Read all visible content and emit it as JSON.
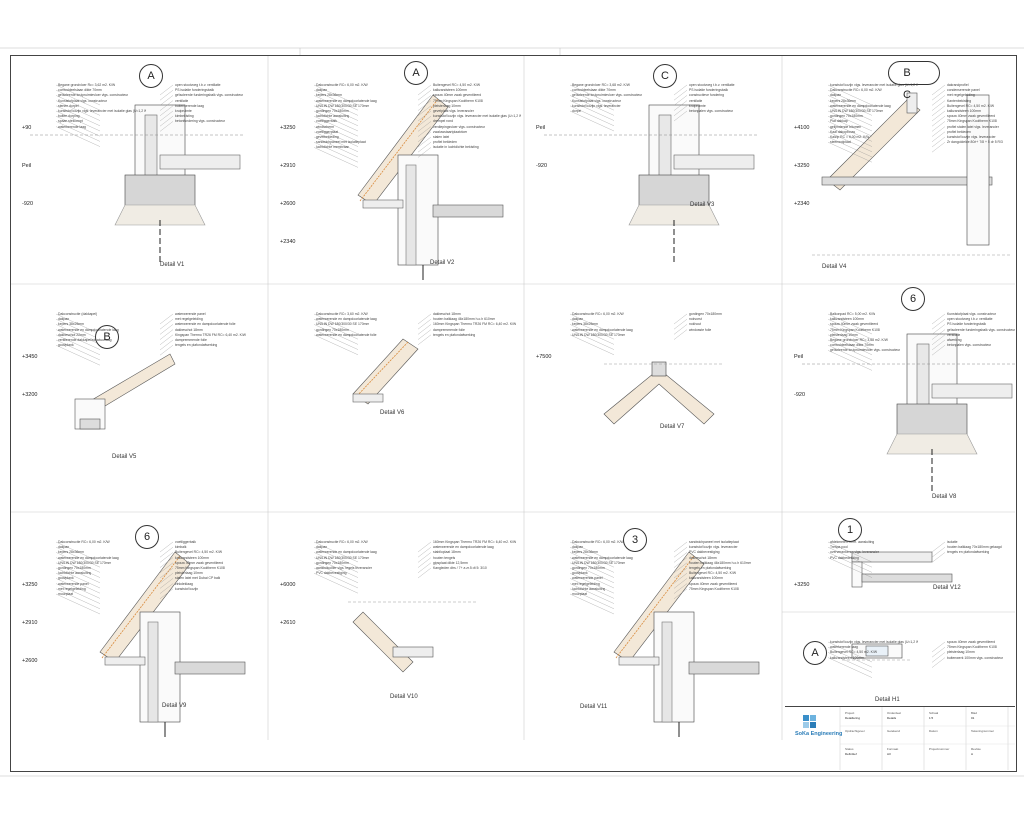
{
  "details": [
    {
      "id": "v1",
      "title": "Detail V1",
      "marker": "A",
      "levels": [
        "+90",
        "Peil",
        "-920"
      ],
      "notes": [
        "Begane grondvloer Rc= 3,62 m2. K/W",
        "comvoldeelslaan dikte 70mm",
        "geïsoleerde kruipruimtevloer vlgs. constructeur",
        "Kunststofplaat vlgs. constructeur",
        "stenen dorpel",
        "kunststof kozijn vlgs. leverancier met isolatie glas (U=1,2 W/m2K)",
        "buiten dorping",
        "spaan stelcompt",
        "waterkerende laag",
        "open stootvoeg t.b.v. ventilatie",
        "PS isolatie funderingsbalk",
        "geïsoleerde funderingsbalk vlgs. constructeur",
        "ventilatie",
        "buitenkerende laag",
        "kruipruimte",
        "kimbekisting",
        "betonfundering vlgs. constructeur"
      ]
    },
    {
      "id": "v2",
      "title": "Detail V2",
      "marker": "A",
      "levels": [
        "+3250",
        "+2910",
        "+2600",
        "+2340"
      ],
      "notes": [
        "Dakconstructie RC= 6,00 m2. K/W",
        "dakpan",
        "kepers 28x36mm",
        "waterwerende en dampdoorlatende laag",
        "UNILIN DW 180/300/30 SE 170mm",
        "gordingen 70x180mm",
        "luchtdichte aansluiting",
        "voetliggerbalk",
        "windscherm",
        "voetliggerplaat",
        "gevelbekleding",
        "sandwichpaneel met isolatieplaat",
        "luchtdichte membraan",
        "Buitengevel RC= 4,50 m2. K/W",
        "kalkzandsteen 100mm",
        "spouw 40mm zwak geventileerd",
        "75mm Kingspan Kooltherm K108",
        "pleisterlaag 10mm",
        "gevelplaat vlgs. leverancier",
        "kunststof kozijn vlgs. leverancier met isolatie glas (U=1,2 W/m2K)",
        "drempel rond",
        "verdiepingsvloer vlgs. constructeur",
        "zwaluwstaartplaatvloer",
        "stalen latei",
        "profiel bekleden",
        "isolatie in luchtdichte bekisting"
      ]
    },
    {
      "id": "v3",
      "title": "Detail V3",
      "marker": "C",
      "levels": [
        "Peil",
        "-920"
      ],
      "notes": [
        "Begane grondvloer RC= 3,68 m2. K/W",
        "comvoldeelslaan dikte 70mm",
        "geïsoleerde kruipruimtevloer vlgs. constructeur",
        "Kunststofplaat vlgs. constructeur",
        "kunststof kozijn vlgs. leverancier",
        "dorpel",
        "open stootvoeg t.b.v. ventilatie",
        "PS isolatie funderingsbalk",
        "constructieve fundering",
        "ventilatie",
        "kruipruimte",
        "betonpalen vlgs. constructeur"
      ]
    },
    {
      "id": "v4",
      "title": "Detail V4",
      "marker": "B C",
      "levels": [
        "+4100",
        "+3250",
        "+2340"
      ],
      "notes": [
        "kunststof kozijn vlgs. leverancier met isolatie glas (U=1,2 W/m2K)",
        "Dakconstructie RC= 6,00 m2. K/W",
        "dakpan",
        "kepers 28x36mm",
        "waterwerende en dampdoorlatende laag",
        "UNILIN DW 180/300/30 SE 170mm",
        "gordingen 70x180mm",
        "Plat dakkap",
        "gelijmdende bitumen",
        "Kaal dakopbouw",
        "Kalzip RC = 6,00 m2. K/W",
        "steenwolplaat",
        "dakrandprofiel",
        "condenserende panel",
        "met regelgeleiding",
        "Kantenbekisting",
        "Buitengevel RC= 4,50 m2. K/W",
        "kalkzandsteen 100mm",
        "spouw 40mm zwak geventileerd",
        "75mm Kingspan Kooltherm K108",
        "profiel stalen latei vlgs. leverancier",
        "profiel bekleden",
        "kunststof kozijn vlgs. leverancier",
        "Zr dangoldelde 80/r+ 7/8 + 5 dr 5 R/3"
      ]
    },
    {
      "id": "v5",
      "title": "Detail V5",
      "marker": "B",
      "levels": [
        "+3450",
        "+3200"
      ],
      "notes": [
        "Dakconstructie (dakkapel)",
        "dakpan",
        "kepers 38x25mm",
        "waterwerende en dampdoorlatende laag",
        "dakbeschot 22mm",
        "ventilerende dakkapel/structuurlaag",
        "goot/plank",
        "waterwerende panel",
        "met regelgeleiding",
        "waterwerende en dampdoorlatende folie",
        "dakbeschot 18mm",
        "Kingspan Thermo TR26 FM RC= 6,40 m2. K/W",
        "dampremmende folie",
        "tengels en plafondafwerking"
      ]
    },
    {
      "id": "v6",
      "title": "Detail V6",
      "marker": "",
      "levels": [],
      "notes": [
        "Dakconstructie RC= 3,60 m2. K/W",
        "waterwerende en dampdoorlatende laag",
        "UNILIN DW 180/300/30 SE 170mm",
        "gordingen 70x180mm",
        "waterwerende en dampdoorlatende folie",
        "dakbeschot 18mm",
        "houten balklaag 46x180mm h.o.h 610mm",
        "160mm Kingspan Thermo TR26 FM RC= 6,40 m2. K/W",
        "dampremmende folie",
        "tengels en plafondafwerking"
      ]
    },
    {
      "id": "v7",
      "title": "Detail V7",
      "marker": "",
      "levels": [
        "+7500"
      ],
      "notes": [
        "Dakconstructie RC= 6,00 m2. K/W",
        "dakpan",
        "kepers 38x25mm",
        "waterwerende en dampdoorlatende laag",
        "UNILIN DW 180/300/30 SE 170mm",
        "gordingen 70x180mm",
        "nokvorst",
        "nokhout",
        "windvaste folie"
      ]
    },
    {
      "id": "v8",
      "title": "Detail V8",
      "marker": "6",
      "levels": [
        "Peil",
        "-920"
      ],
      "notes": [
        "Balkonpad RC= 5,00 m2. K/W",
        "kalkzandsteen 100mm",
        "spouw 40mm zwak geventileerd",
        "75mm Kingspan Kooltherm K108",
        "pleisterlaag 10mm",
        "Begane grondvloer RC= 3,68 m2. K/W",
        "comvoldeelslaan dikte 70mm",
        "geïsoleerde kruipruimtevloer vlgs. constructeur",
        "Kunststofplaat vlgs. constructeur",
        "open stootvoeg t.b.v. ventilatie",
        "PS isolatie funderingsbalk",
        "geïsoleerde funderingsbalk vlgs. constructeur",
        "ventilatie",
        "afwerking",
        "betonpalen vlgs. constructeur"
      ]
    },
    {
      "id": "v9",
      "title": "Detail V9",
      "marker": "6",
      "levels": [
        "+3250",
        "+2910",
        "+2600"
      ],
      "notes": [
        "Dakconstructie RC= 6,00 m2. K/W",
        "dakpan",
        "kepers 28x36mm",
        "waterwerende en dampdoorlatende laag",
        "UNILIN DW 180/300/30 SE 170mm",
        "gordingen 70x180mm",
        "luchtdichte aansluiting",
        "goot/plank",
        "waterwerende panel",
        "met regelgeleiding",
        "muurplaat",
        "voetliggerbalk",
        "kimbalk",
        "Buitengevel RC= 4,50 m2. K/W",
        "kalkzandsteen 100mm",
        "spouw 40mm zwak geventileerd",
        "75mm Kingspan Kooltherm K108",
        "pleisterlaag 10mm",
        "stalen latei met Dubai CP balk",
        "zinkdeklaag",
        "kunststof kozijn"
      ]
    },
    {
      "id": "v10",
      "title": "Detail V10",
      "marker": "",
      "levels": [
        "+6000",
        "+2610"
      ],
      "notes": [
        "Dakconstructie RC= 6,00 m2. K/W",
        "dakpan",
        "waterwerende en dampdoorlatende laag",
        "UNILIN DW 180/300/30 SE 170mm",
        "gordingen 70x180mm",
        "aansluitcollier vlgs. tegels leverancier",
        "PVC dakbevestiging",
        "160mm Kingspan Thermo TR26 FM RC= 6,40 m2. K/W",
        "waterwerende en dampdoorlatende laag",
        "stabiloplaat 18mm",
        "houten tengels",
        "gipsplaat dikte 12,5mm",
        "Kangleden dtrs / 7+ a zr.5 dt 5: 3/10"
      ]
    },
    {
      "id": "v11",
      "title": "Detail V11",
      "marker": "3",
      "levels": [],
      "notes": [
        "Dakconstructie RC= 6,00 m2. K/W",
        "dakpan",
        "kepers 28x36mm",
        "waterwerende en dampdoorlatende laag",
        "UNILIN DW 180/300/30 SE 170mm",
        "gordingen 70x180mm",
        "goot/plank",
        "waterwerende panel",
        "met regelgeleiding",
        "luchtdichte aansluiting",
        "muurplaat",
        "sandwichpaneel met isolatieplaat",
        "kunststof kozijn vlgs. leverancier",
        "PVC dakbevestiging",
        "dakbeschot 18mm",
        "houten balklaag 46x180mm h.o.h 610mm",
        "tengels en plafondafwerking",
        "Buitengevel RC= 4,50 m2. K/W",
        "kalkzandsteen 100mm",
        "spouw 40mm zwak geventileerd",
        "75mm Kingspan Kooltherm K108"
      ]
    },
    {
      "id": "v12",
      "title": "Detail V12",
      "marker": "1",
      "levels": [
        "+3250"
      ],
      "notes": [
        "afdekmeten t.o.m. aansluiting",
        "Trespa pool",
        "oververankeren vlgs. leverancier",
        "PVC dakbedekking",
        "isolatie",
        "houten balklaag 70x180mm gelaagd",
        "tengels en plafondafwerking"
      ]
    },
    {
      "id": "h1",
      "title": "Detail H1",
      "marker": "A",
      "levels": [],
      "notes": [
        "kunststof kozijn vlgs. leverancier met isolatie glas (U=1,2 W/m2K)",
        "waterkerende laag",
        "Buitengevel RC= 4,50 m2. K/W",
        "kalkzandsteen 100mm",
        "spouw 40mm zwak geventileerd",
        "75mm Kingspan Kooltherm K108",
        "pleisterlaag 10mm",
        "buitenwerk 100mm vlgs. constructeur"
      ]
    }
  ],
  "title_block": {
    "company": "SoKa Engineering",
    "fields": [
      [
        "Project",
        "Detaillering"
      ],
      [
        "Opdrachtgever",
        ""
      ],
      [
        "Status",
        "Definitief"
      ],
      [
        "Onderdeel",
        "Details"
      ],
      [
        "Getekend",
        ""
      ],
      [
        "Formaat",
        "A3"
      ],
      [
        "Schaal",
        "1:5"
      ],
      [
        "Datum",
        ""
      ],
      [
        "Projectnummer",
        ""
      ],
      [
        "Blad",
        "01"
      ],
      [
        "Tekeningnummer",
        ""
      ],
      [
        "Revisie",
        "A"
      ]
    ]
  }
}
